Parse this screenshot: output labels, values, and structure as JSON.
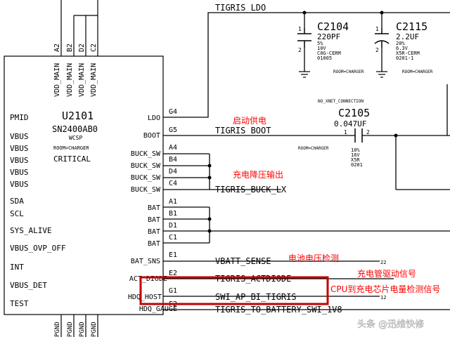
{
  "chip": {
    "ref": "U2101",
    "part": "SN2400AB0",
    "package": "WCSP",
    "room": "ROOM=CHARGER",
    "note": "CRITICAL",
    "top_pins": [
      "VDD_MAIN",
      "VDD_MAIN",
      "VDD_MAIN",
      "VDD_MAIN"
    ],
    "top_pin_numbers": [
      "A2",
      "B2",
      "D2",
      "C2"
    ],
    "left_pins": [
      "PMID",
      "VBUS",
      "VBUS",
      "VBUS",
      "VBUS",
      "VBUS",
      "SDA",
      "SCL",
      "SYS_ALIVE",
      "VBUS_OVP_OFF",
      "INT",
      "VBUS_DET",
      "TEST"
    ],
    "right_pins": [
      {
        "name": "LDO",
        "num": "G4"
      },
      {
        "name": "BOOT",
        "num": "G5"
      },
      {
        "name": "BUCK_SW",
        "num": "A4"
      },
      {
        "name": "BUCK_SW",
        "num": "B4"
      },
      {
        "name": "BUCK_SW",
        "num": "D4"
      },
      {
        "name": "BUCK_SW",
        "num": "C4"
      },
      {
        "name": "BAT",
        "num": "A1"
      },
      {
        "name": "BAT",
        "num": "B1"
      },
      {
        "name": "BAT",
        "num": "D1"
      },
      {
        "name": "BAT",
        "num": "C1"
      },
      {
        "name": "BAT_SNS",
        "num": "E1"
      },
      {
        "name": "ACT_DIODE",
        "num": "E2"
      },
      {
        "name": "HDQ_HOST",
        "num": "G1"
      },
      {
        "name": "HDQ_GAUGE",
        "num": "F2"
      }
    ],
    "bottom_pins": [
      "PGND",
      "PGND",
      "PGND",
      "PGND"
    ]
  },
  "nets": {
    "ldo": "TIGRIS_LDO",
    "boot": "TIGRIS_BOOT",
    "buck": "TIGRIS_BUCK_LX",
    "vbatt": "VBATT_SENSE",
    "act": "TIGRIS_ACTDIODE",
    "hdq_host": "SWI_AP_BI_TIGRIS",
    "hdq_gauge": "TIGRIS_TO_BATTERY_SWI_1V8",
    "vbatt_page": "22",
    "hdq_page": "12"
  },
  "caps": [
    {
      "ref": "C2104",
      "value": "220PF",
      "l1": "5%",
      "l2": "10V",
      "l3": "C0G-CERM",
      "l4": "01005",
      "room": "ROOM=CHARGER",
      "pin1": "1",
      "pin2": "2"
    },
    {
      "ref": "C2115",
      "value": "2.2UF",
      "l1": "20%",
      "l2": "6.3V",
      "l3": "X5R-CERM",
      "l4": "0201-1",
      "room": "ROOM=CHARGER",
      "pin1": "1",
      "pin2": "2"
    },
    {
      "ref": "C2105",
      "value": "0.047UF",
      "l1": "10%",
      "l2": "16V",
      "l3": "X5R",
      "l4": "0201",
      "room": "ROOM=CHARGER",
      "pin1": "1",
      "pin2": "2",
      "noxnet": "NO_XNET_CONNECTION"
    }
  ],
  "annotations": {
    "startup_power": "启动供电",
    "charge_buck": "充电降压输出",
    "battery_sense": "电池电压检测",
    "drive_signal": "充电管驱动信号",
    "gauge_signal": "CPU到充电芯片电量检测信号"
  },
  "watermark": "头条 @迅维快修",
  "colors": {
    "line": "#000000",
    "annotation": "#ff0000",
    "highlight": "#c00000"
  }
}
